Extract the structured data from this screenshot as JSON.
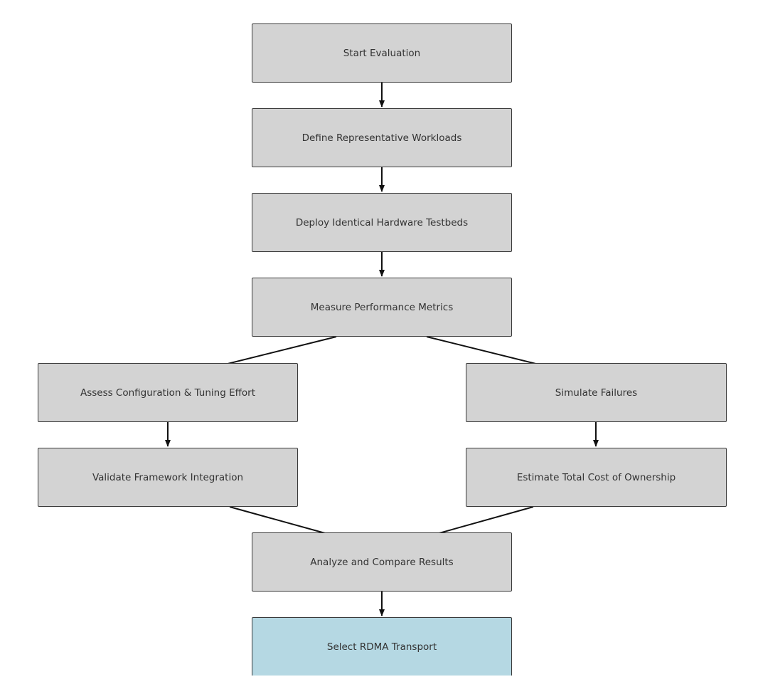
{
  "colors": {
    "node_fill": "#d3d3d3",
    "highlight_fill": "#b5d8e3",
    "border": "#3a3a3a",
    "text": "#333333",
    "edge": "#111111"
  },
  "nodes": [
    {
      "id": "start",
      "label": "Start Evaluation",
      "style": "default"
    },
    {
      "id": "workloads",
      "label": "Define Representative Workloads",
      "style": "default"
    },
    {
      "id": "testbeds",
      "label": "Deploy Identical Hardware Testbeds",
      "style": "default"
    },
    {
      "id": "metrics",
      "label": "Measure Performance Metrics",
      "style": "default"
    },
    {
      "id": "tuning",
      "label": "Assess Configuration & Tuning Effort",
      "style": "default"
    },
    {
      "id": "failures",
      "label": "Simulate Failures",
      "style": "default"
    },
    {
      "id": "integration",
      "label": "Validate Framework Integration",
      "style": "default"
    },
    {
      "id": "tco",
      "label": "Estimate Total Cost of Ownership",
      "style": "default"
    },
    {
      "id": "analyze",
      "label": "Analyze and Compare Results",
      "style": "default"
    },
    {
      "id": "select",
      "label": "Select RDMA Transport",
      "style": "highlight"
    }
  ],
  "edges": [
    {
      "from": "start",
      "to": "workloads"
    },
    {
      "from": "workloads",
      "to": "testbeds"
    },
    {
      "from": "testbeds",
      "to": "metrics"
    },
    {
      "from": "metrics",
      "to": "tuning"
    },
    {
      "from": "metrics",
      "to": "failures"
    },
    {
      "from": "tuning",
      "to": "integration"
    },
    {
      "from": "failures",
      "to": "tco"
    },
    {
      "from": "integration",
      "to": "analyze"
    },
    {
      "from": "tco",
      "to": "analyze"
    },
    {
      "from": "analyze",
      "to": "select"
    }
  ]
}
